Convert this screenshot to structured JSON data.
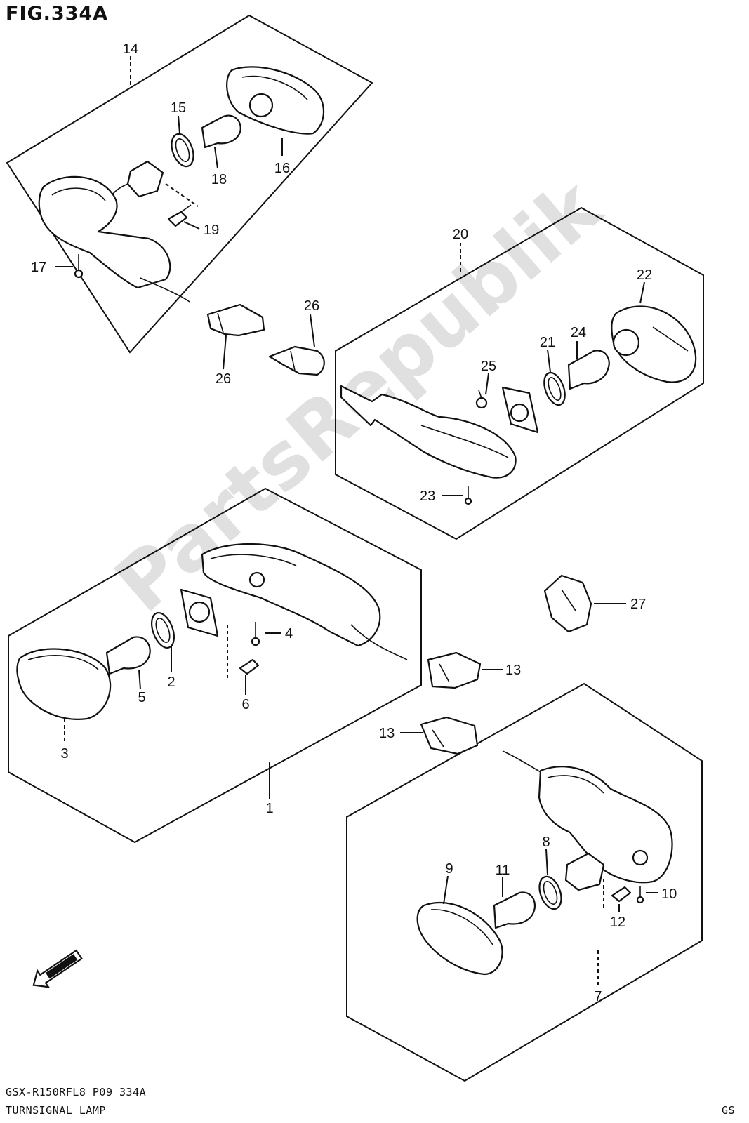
{
  "figure": {
    "title": "FIG.334A"
  },
  "footer": {
    "code": "GSX-R150RFL8_P09_334A",
    "name": "TURNSIGNAL LAMP",
    "region": "GS"
  },
  "watermark": "PartsRepublik",
  "callouts": {
    "c1": "1",
    "c2": "2",
    "c3": "3",
    "c4": "4",
    "c5": "5",
    "c6": "6",
    "c7": "7",
    "c8": "8",
    "c9": "9",
    "c10": "10",
    "c11": "11",
    "c12": "12",
    "c13a": "13",
    "c13b": "13",
    "c14": "14",
    "c15": "15",
    "c16": "16",
    "c17": "17",
    "c18": "18",
    "c19": "19",
    "c20": "20",
    "c21": "21",
    "c22": "22",
    "c23": "23",
    "c24": "24",
    "c25": "25",
    "c26a": "26",
    "c26b": "26",
    "c27": "27"
  },
  "direction_badge": {
    "icon": "front-arrow-icon"
  }
}
